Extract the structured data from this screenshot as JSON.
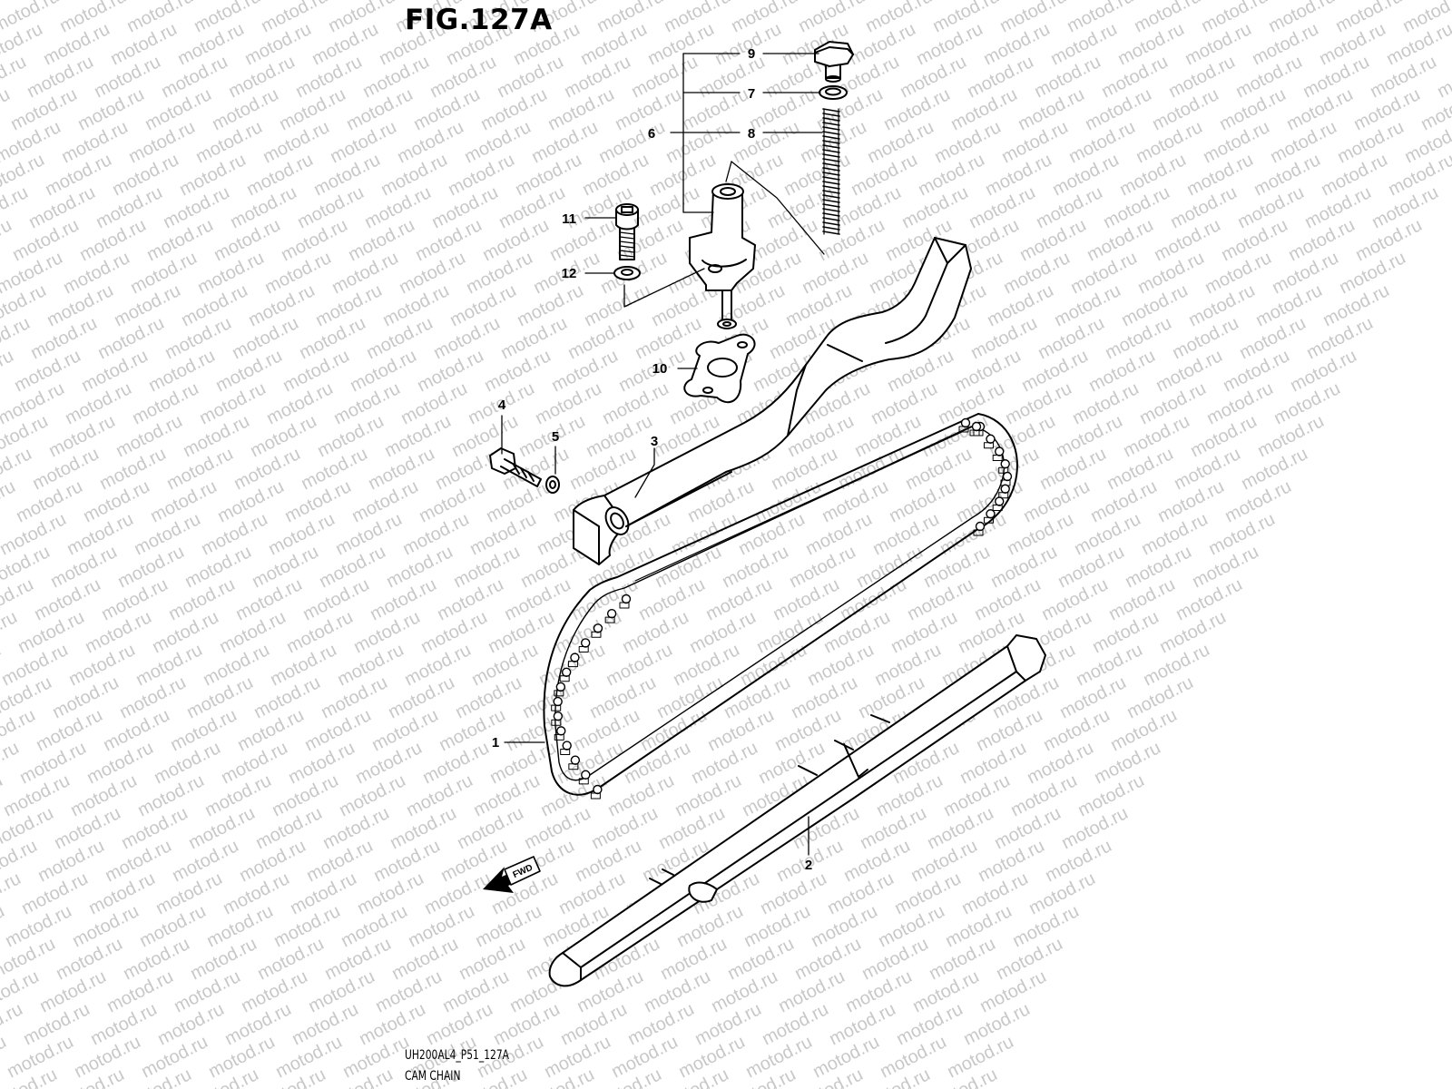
{
  "figure": {
    "title": "FIG.127A",
    "drawing_code": "UH200AL4_P51_127A",
    "caption": "CAM CHAIN"
  },
  "watermark": {
    "text": "motod.ru",
    "color": "#c8c8c8"
  },
  "direction_marker": {
    "label": "FWD"
  },
  "callouts": [
    "1",
    "2",
    "3",
    "4",
    "5",
    "6",
    "7",
    "8",
    "9",
    "10",
    "11",
    "12"
  ],
  "colors": {
    "line": "#000000",
    "background": "#ffffff"
  }
}
